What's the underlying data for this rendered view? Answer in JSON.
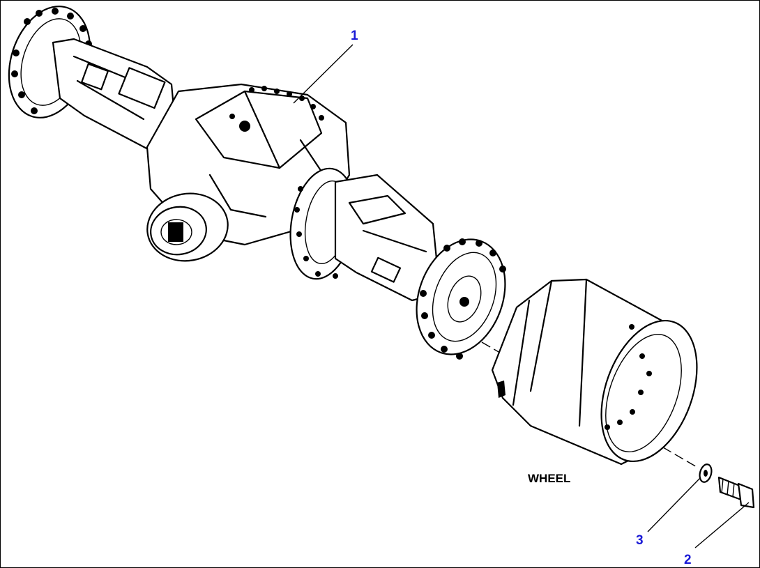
{
  "callouts": {
    "axle": "1",
    "bolt": "2",
    "washer": "3"
  },
  "labels": {
    "wheel": "WHEEL"
  },
  "colors": {
    "callout": "#1a1ad6",
    "lines": "#000000",
    "background": "#ffffff"
  }
}
